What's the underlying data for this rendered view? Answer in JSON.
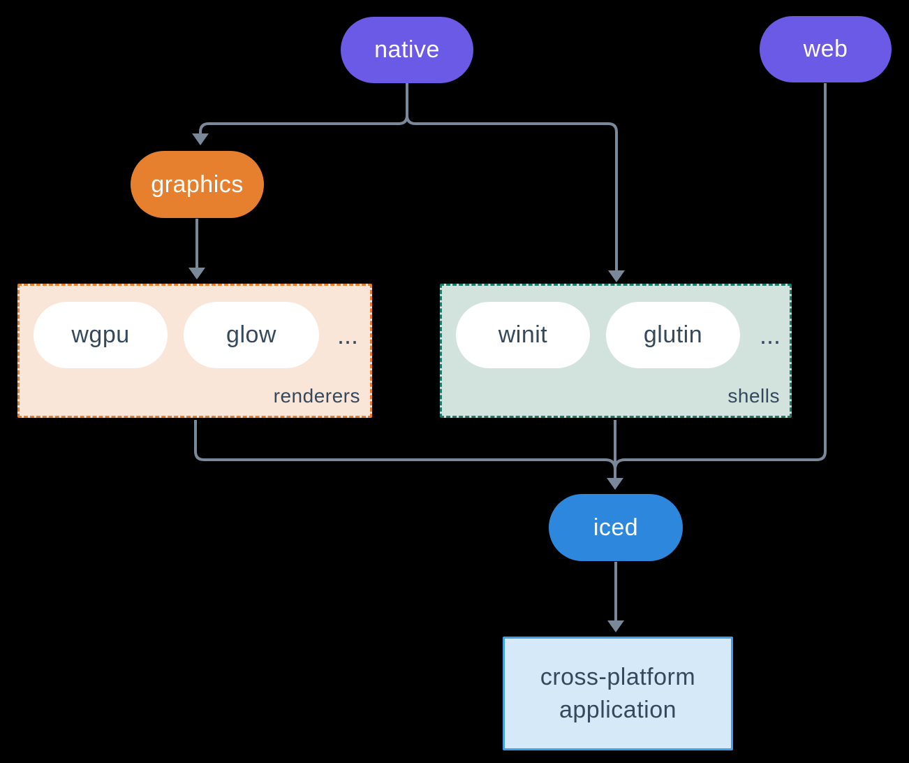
{
  "background": "#000000",
  "colors": {
    "node_purple": "#6A5AE6",
    "node_orange": "#E6802F",
    "node_blue": "#2D87DC",
    "white_pill": "#FFFFFF",
    "dark_text": "#34495E",
    "line": "#7A8999",
    "renderers_bg": "#FAE6D8",
    "renderers_border": "#E67E2C",
    "shells_bg": "#D2E2DC",
    "shells_border": "#1F7A6E",
    "app_bg": "#D6E9F9",
    "app_border": "#3FA0E9"
  },
  "nodes": {
    "native": {
      "label": "native"
    },
    "web": {
      "label": "web"
    },
    "graphics": {
      "label": "graphics"
    },
    "iced": {
      "label": "iced"
    },
    "app": {
      "line1": "cross-platform",
      "line2": "application"
    }
  },
  "groups": {
    "renderers": {
      "label": "renderers",
      "items": [
        "wgpu",
        "glow"
      ],
      "more": "..."
    },
    "shells": {
      "label": "shells",
      "items": [
        "winit",
        "glutin"
      ],
      "more": "..."
    }
  },
  "edges": [
    {
      "from": "native",
      "to": "graphics"
    },
    {
      "from": "native",
      "to": "shells"
    },
    {
      "from": "graphics",
      "to": "renderers"
    },
    {
      "from": "renderers",
      "to": "iced"
    },
    {
      "from": "shells",
      "to": "iced"
    },
    {
      "from": "web",
      "to": "iced"
    },
    {
      "from": "iced",
      "to": "cross-platform application"
    }
  ]
}
